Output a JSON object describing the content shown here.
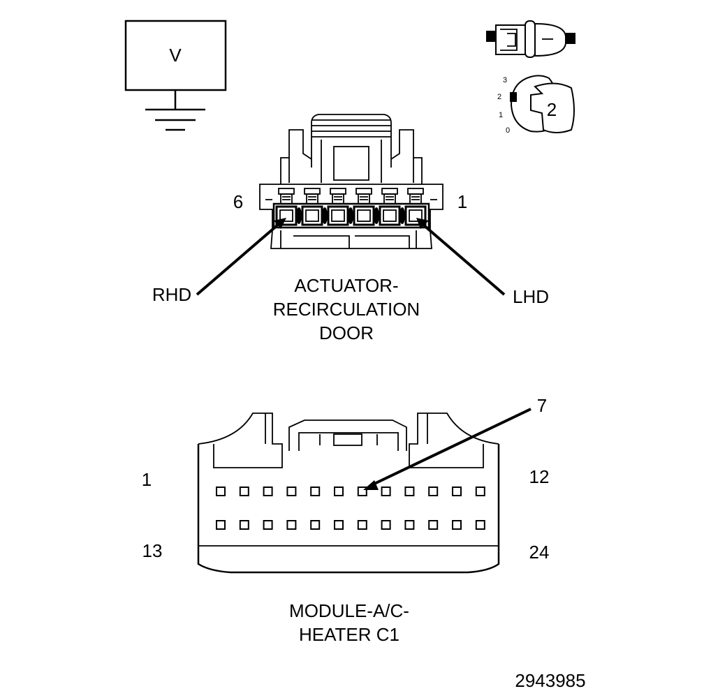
{
  "voltmeter": {
    "label": "V"
  },
  "position_indicator": {
    "ticks": [
      "3",
      "2",
      "1",
      "0"
    ],
    "selected": "2"
  },
  "actuator_connector": {
    "pin_left": "6",
    "pin_right": "1",
    "callout_left": "RHD",
    "callout_right": "LHD",
    "name_lines": [
      "ACTUATOR-",
      "RECIRCULATION",
      "DOOR"
    ]
  },
  "module_connector": {
    "pin_top_left": "1",
    "pin_top_right": "12",
    "pin_bottom_left": "13",
    "pin_bottom_right": "24",
    "callout_pin": "7",
    "name_lines": [
      "MODULE-A/C-",
      "HEATER C1"
    ]
  },
  "figure_id": "2943985"
}
